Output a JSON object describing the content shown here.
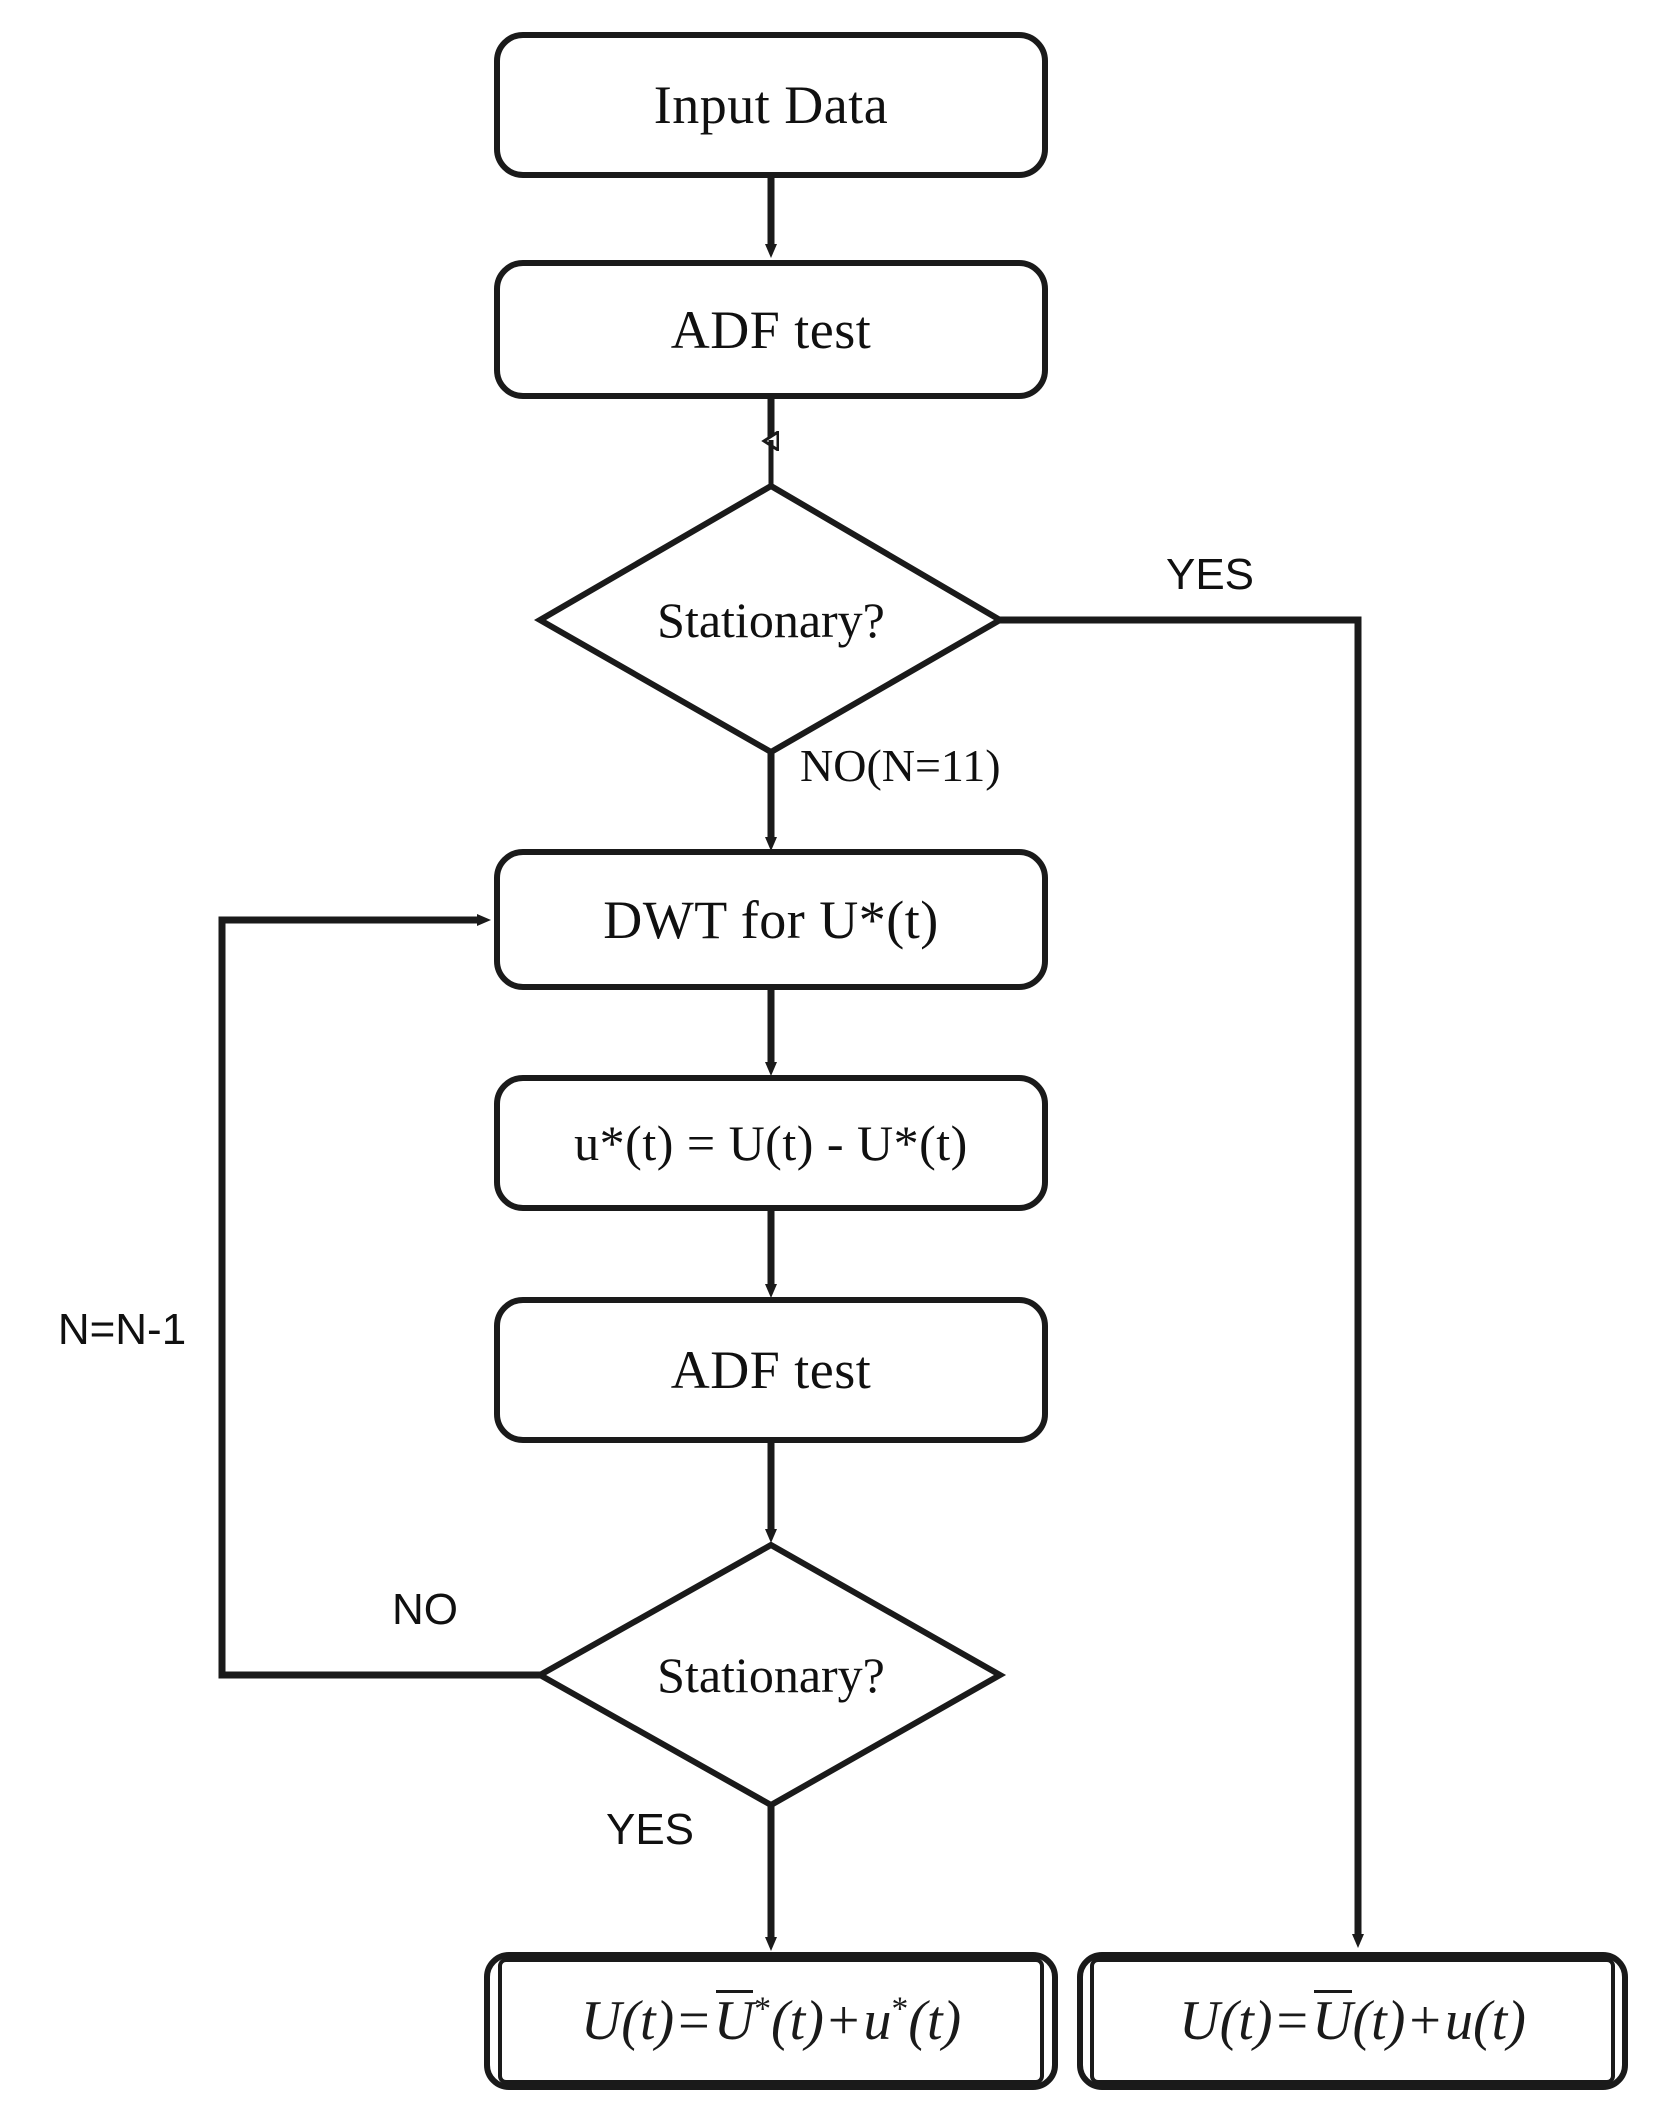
{
  "diagram": {
    "title": "DWT based stationarity decomposition flowchart",
    "background_color": "#ffffff",
    "line_color": "#1a1a1a",
    "text_color": "#101010"
  },
  "nodes": {
    "input_data": {
      "label": "Input Data",
      "shape": "rounded-rect"
    },
    "adf_test_1": {
      "label": "ADF test",
      "shape": "rounded-rect"
    },
    "stationary_1": {
      "label": "Stationary?",
      "shape": "diamond"
    },
    "dwt": {
      "label": "DWT for U*(t)",
      "shape": "rounded-rect"
    },
    "residual": {
      "label": "u*(t) = U(t) - U*(t)",
      "shape": "rounded-rect"
    },
    "adf_test_2": {
      "label": "ADF test",
      "shape": "rounded-rect"
    },
    "stationary_2": {
      "label": "Stationary?",
      "shape": "diamond"
    },
    "result_left": {
      "label": "U(t) = U*(t) + u*(t)",
      "shape": "rounded-rect-double"
    },
    "result_right": {
      "label": "U(t) = U(t) + u(t)",
      "shape": "rounded-rect-double"
    }
  },
  "edge_labels": {
    "yes_top": "YES",
    "no_n11": "NO(N=11)",
    "n_decrement": "N=N-1",
    "no_loop": "NO",
    "yes_bottom": "YES"
  }
}
